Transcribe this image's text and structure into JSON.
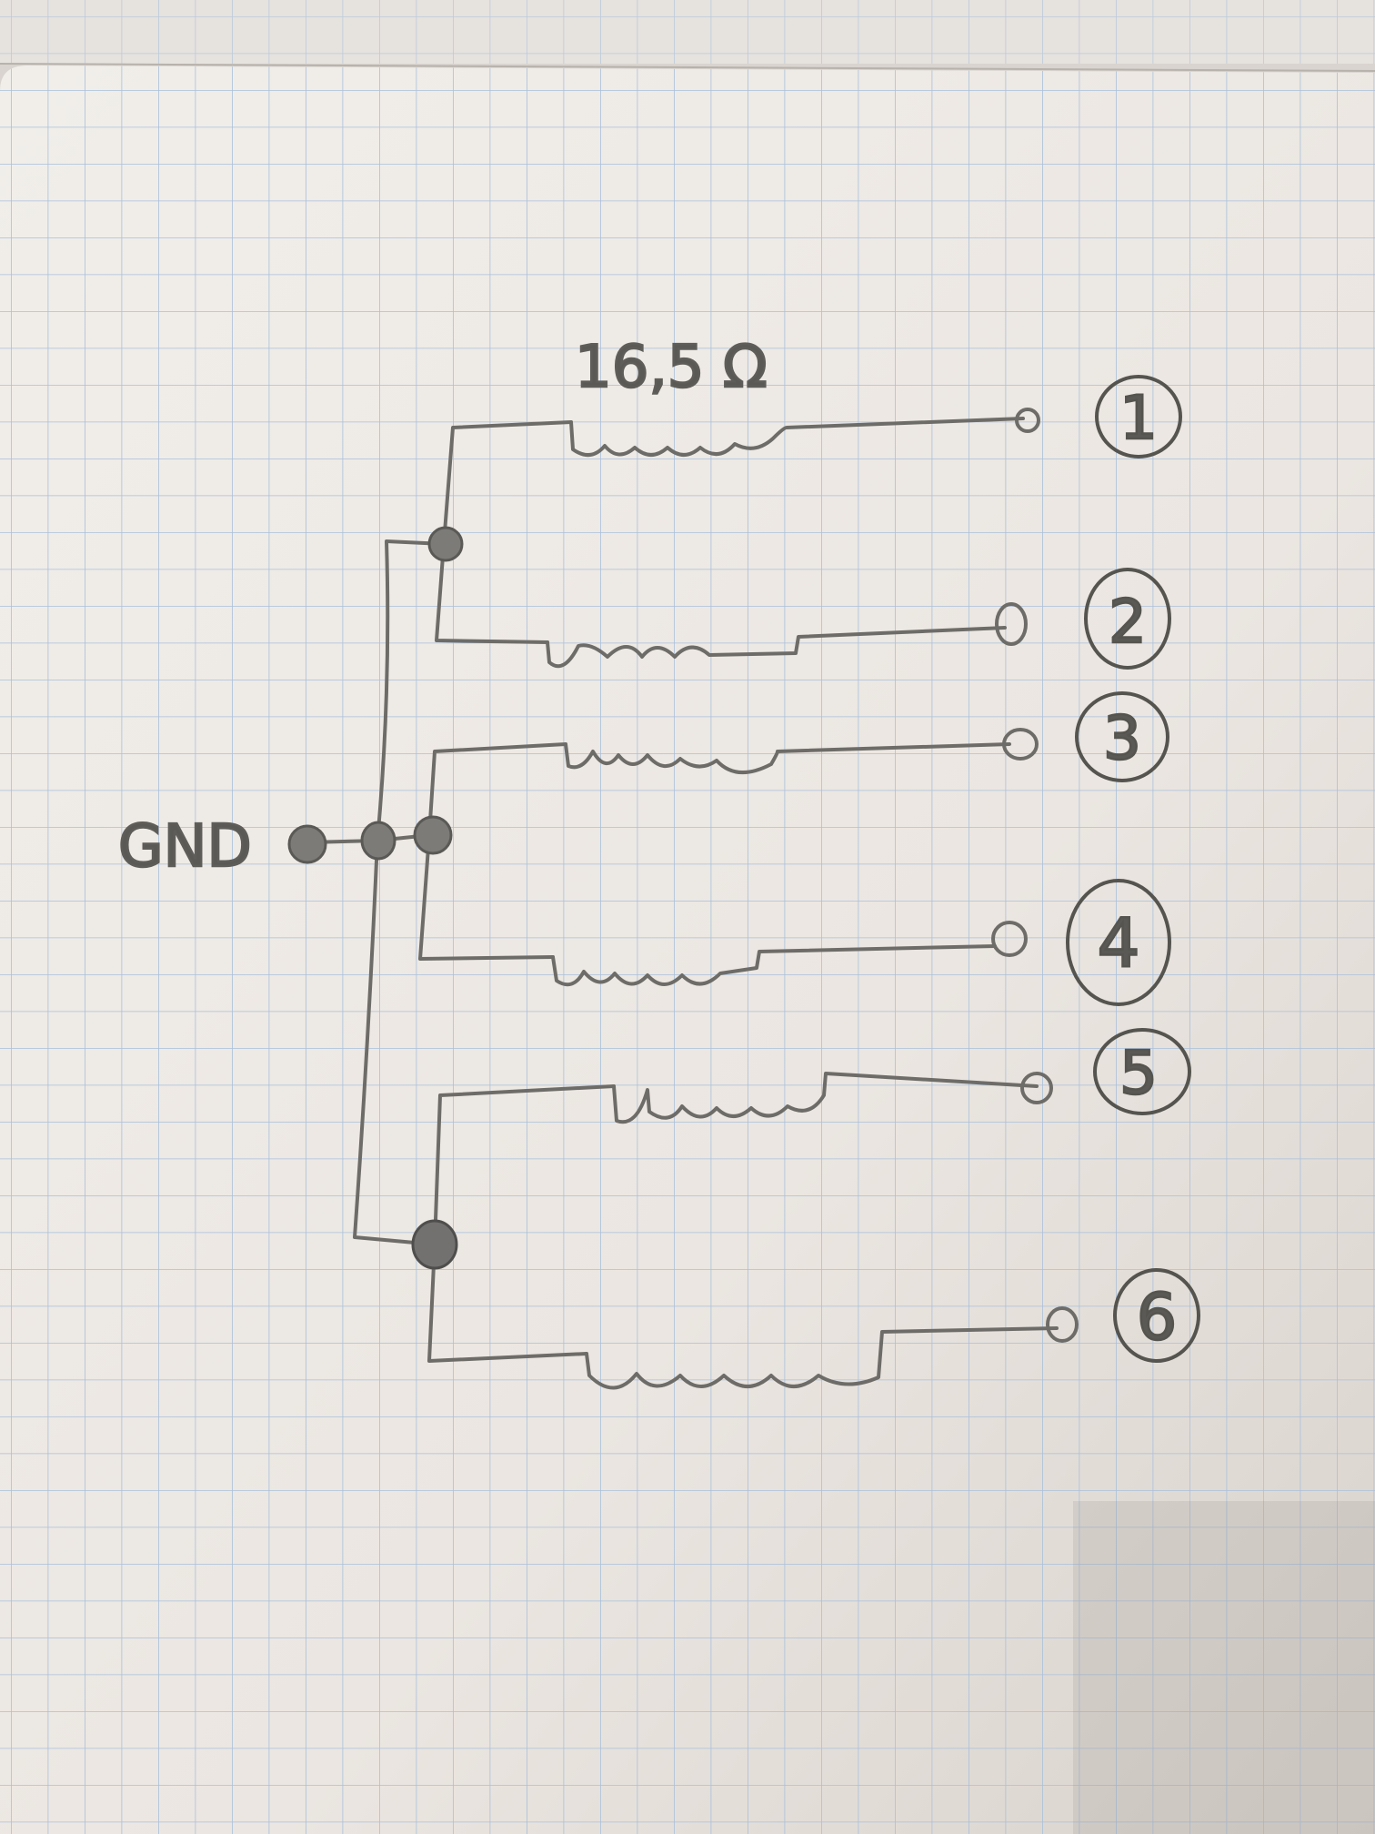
{
  "diagram": {
    "resistance_label": "16,5 Ω",
    "ground_label": "GND",
    "terminals": [
      {
        "label": "1"
      },
      {
        "label": "2"
      },
      {
        "label": "3"
      },
      {
        "label": "4"
      },
      {
        "label": "5"
      },
      {
        "label": "6"
      }
    ],
    "colors": {
      "paper": "#ece8e4",
      "grid": "#9fb9d6",
      "ink": "#6e6c68",
      "junction": "#7a7875"
    }
  }
}
